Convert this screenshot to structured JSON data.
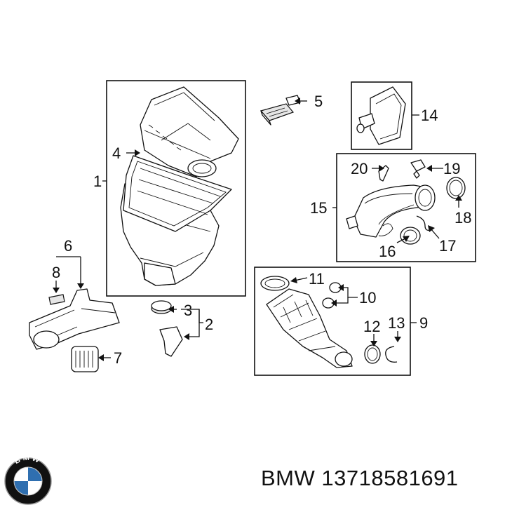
{
  "callouts": {
    "c1": "1",
    "c2": "2",
    "c3": "3",
    "c4": "4",
    "c5": "5",
    "c6": "6",
    "c7": "7",
    "c8": "8",
    "c9": "9",
    "c10": "10",
    "c11": "11",
    "c12": "12",
    "c13": "13",
    "c14": "14",
    "c15": "15",
    "c16": "16",
    "c17": "17",
    "c18": "18",
    "c19": "19",
    "c20": "20"
  },
  "caption": {
    "brand": "BMW",
    "part_number": "13718581691"
  },
  "logo": {
    "letters": "BMW",
    "colors": {
      "blue": "#2f6fb0",
      "black": "#111111",
      "white": "#ffffff"
    }
  }
}
